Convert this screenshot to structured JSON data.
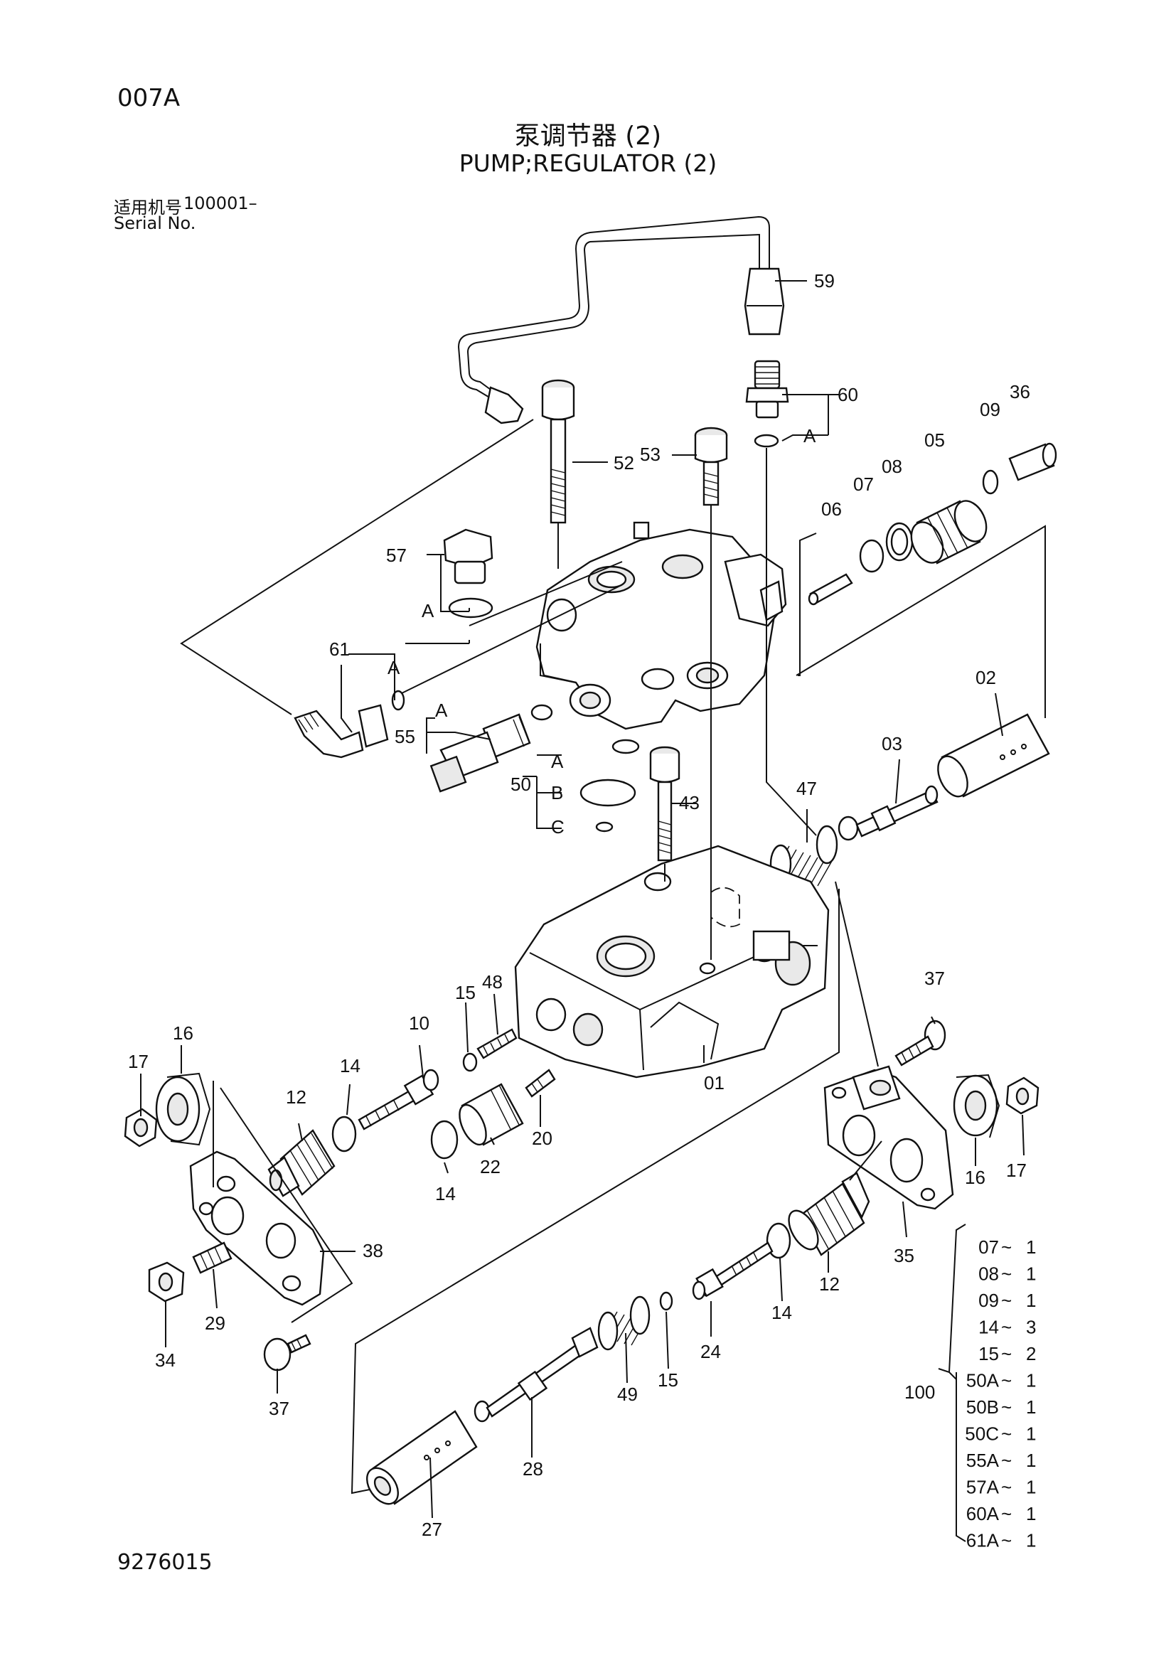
{
  "header": {
    "page_id": "007A",
    "title_cn": "泵调节器  (2)",
    "title_en": "PUMP;REGULATOR (2)",
    "serial_label_cn": "适用机号",
    "serial_value": "100001–",
    "serial_label_en": "Serial No."
  },
  "footer": {
    "doc_number": "9276015"
  },
  "callouts": {
    "c59": "59",
    "c60": "60",
    "c36": "36",
    "c09": "09",
    "c05": "05",
    "c08": "08",
    "c07": "07",
    "c06": "06",
    "c52": "52",
    "c53": "53",
    "c57": "57",
    "c57a": "A",
    "c61": "61",
    "c61a": "A",
    "c55": "55",
    "c55a": "A",
    "c60a": "A",
    "c02": "02",
    "c03": "03",
    "c47": "47",
    "c50": "50",
    "c50a": "A",
    "c50b": "B",
    "c50c": "C",
    "c43": "43",
    "c37t": "37",
    "c01": "01",
    "c48": "48",
    "c15t": "15",
    "c10": "10",
    "c16l": "16",
    "c17l": "17",
    "c14a": "14",
    "c12l": "12",
    "c14b": "14",
    "c22": "22",
    "c20": "20",
    "c16r": "16",
    "c17r": "17",
    "c35": "35",
    "c38": "38",
    "c29": "29",
    "c34": "34",
    "c37b": "37",
    "c12r": "12",
    "c14c": "14",
    "c24": "24",
    "c15b": "15",
    "c49": "49",
    "c28": "28",
    "c27": "27"
  },
  "kit": {
    "label": "100",
    "items": [
      {
        "part": "07",
        "qty": "1"
      },
      {
        "part": "08",
        "qty": "1"
      },
      {
        "part": "09",
        "qty": "1"
      },
      {
        "part": "14",
        "qty": "3"
      },
      {
        "part": "15",
        "qty": "2"
      },
      {
        "part": "50A",
        "qty": "1"
      },
      {
        "part": "50B",
        "qty": "1"
      },
      {
        "part": "50C",
        "qty": "1"
      },
      {
        "part": "55A",
        "qty": "1"
      },
      {
        "part": "57A",
        "qty": "1"
      },
      {
        "part": "60A",
        "qty": "1"
      },
      {
        "part": "61A",
        "qty": "1"
      }
    ]
  }
}
